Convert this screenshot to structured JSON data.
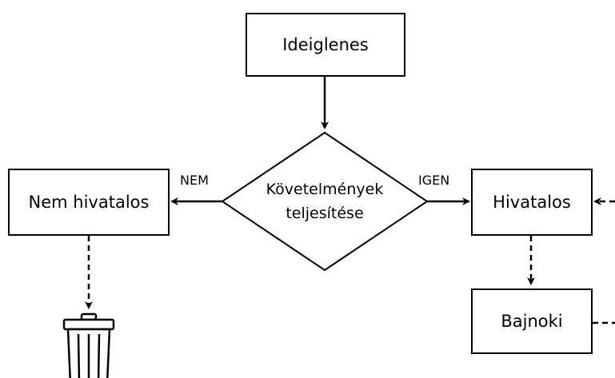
{
  "nodes": {
    "ideiglenes": "Ideiglenes",
    "kovetelmenyek_line1": "Követelmények",
    "kovetelmenyek_line2": "teljesítése",
    "nem_hivatalos": "Nem hivatalos",
    "hivatalos": "Hivatalos",
    "bajnoki": "Bajnoki"
  },
  "edge_labels": {
    "no": "NEM",
    "yes": "IGEN"
  },
  "icons": {
    "discard": "trash-can-icon"
  }
}
